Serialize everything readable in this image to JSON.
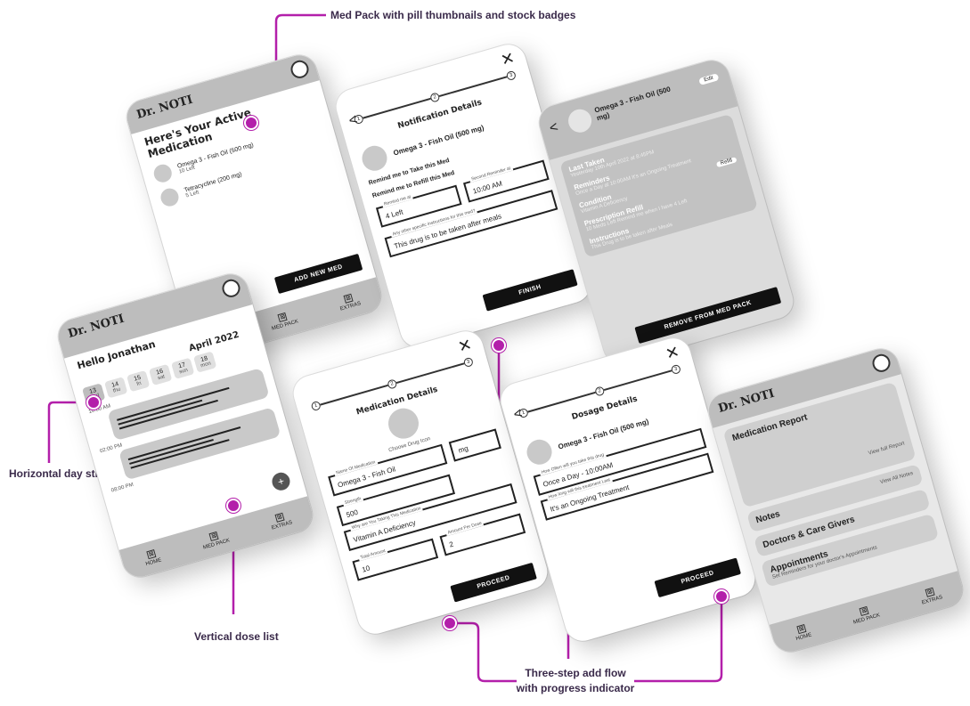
{
  "captions": {
    "medpack": "Med Pack with pill thumbnails and stock badges",
    "daystrip": "Horizontal day strip",
    "doselist": "Vertical dose list",
    "addflow_line1": "Three-step add flow",
    "addflow_line2": "with progress indicator"
  },
  "app": {
    "logo": "Dr. NOTI"
  },
  "nav": {
    "home": "HOME",
    "medpack": "MED PACK",
    "extras": "EXTRAS"
  },
  "active": {
    "title": "Here's Your Active Medication",
    "items": [
      {
        "name": "Omega 3 - Fish Oil (500 mg)",
        "stock": "10 Left"
      },
      {
        "name": "Tetracycline (200 mg)",
        "stock": "5 Left"
      }
    ],
    "button": "ADD NEW MED"
  },
  "notif": {
    "steps": [
      "1",
      "2",
      "3"
    ],
    "title": "Notification Details",
    "med": "Omega 3 - Fish Oil (500 mg)",
    "toggle1": "Remind me to Take this Med",
    "toggle2": "Remind me to Refill this Med",
    "f1_label": "Remind me at",
    "f1_value": "4 Left",
    "f2_label": "Second Reminder at",
    "f2_value": "10:00 AM",
    "f3_label": "Any other specific instructions for this med?",
    "f3_value": "This drug is to be taken after meals",
    "button": "FINISH"
  },
  "detail": {
    "med": "Omega 3 - Fish Oil (500 mg)",
    "edit": "Edit",
    "sections": [
      {
        "h": "Last Taken",
        "t": "Yesterday 10th April 2022 at 8:45PM"
      },
      {
        "h": "Reminders",
        "t": "Once a Day at 10:00AM It's an Ongoing Treatment"
      },
      {
        "h": "Condition",
        "t": "Vitamin A Deficiency"
      },
      {
        "h": "Prescription Refill",
        "t": "10 Meds Left Remind me when I have 4 Left"
      },
      {
        "h": "Instructions",
        "t": "This Drug is to be taken after Meals"
      }
    ],
    "refill": "Refill",
    "button": "REMOVE FROM MED PACK"
  },
  "home": {
    "greeting": "Hello Jonathan",
    "month": "April 2022",
    "days": [
      {
        "d": "13",
        "w": "wed"
      },
      {
        "d": "14",
        "w": "thu"
      },
      {
        "d": "15",
        "w": "fri"
      },
      {
        "d": "16",
        "w": "sat"
      },
      {
        "d": "17",
        "w": "sun"
      },
      {
        "d": "18",
        "w": "mon"
      }
    ],
    "times": [
      "10:00 AM",
      "02:00 PM",
      "08:00 PM"
    ],
    "fab": "+"
  },
  "medform": {
    "steps": [
      "1",
      "2",
      "3"
    ],
    "title": "Medication Details",
    "icon_label": "Choose Drug Icon",
    "name_label": "Name Of Medication",
    "name_value": "Omega 3 - Fish Oil",
    "unit": "mg",
    "strength_label": "Strength",
    "strength_value": "500",
    "why_label": "Why are You Taking This Medication",
    "why_value": "Vitamin A Deficiency",
    "total_label": "Total Amount",
    "total_value": "10",
    "dose_label": "Amount Per Dose",
    "dose_value": "2",
    "button": "PROCEED"
  },
  "dosage": {
    "steps": [
      "1",
      "2",
      "3"
    ],
    "title": "Dosage Details",
    "med": "Omega 3 - Fish Oil (500 mg)",
    "q1": "How Often will you take this drug",
    "a1": "Once a Day - 10:00AM",
    "q2": "How long will this treatment Last",
    "a2": "It's an Ongoing Treatment",
    "button": "PROCEED"
  },
  "extras": {
    "report": "Medication Report",
    "report_link": "View full Report",
    "notes": "Notes",
    "notes_link": "View All Notes",
    "doctors": "Doctors & Care Givers",
    "appointments": "Appointments",
    "appt_link": "Set Reminders for your doctor's Appointments"
  }
}
